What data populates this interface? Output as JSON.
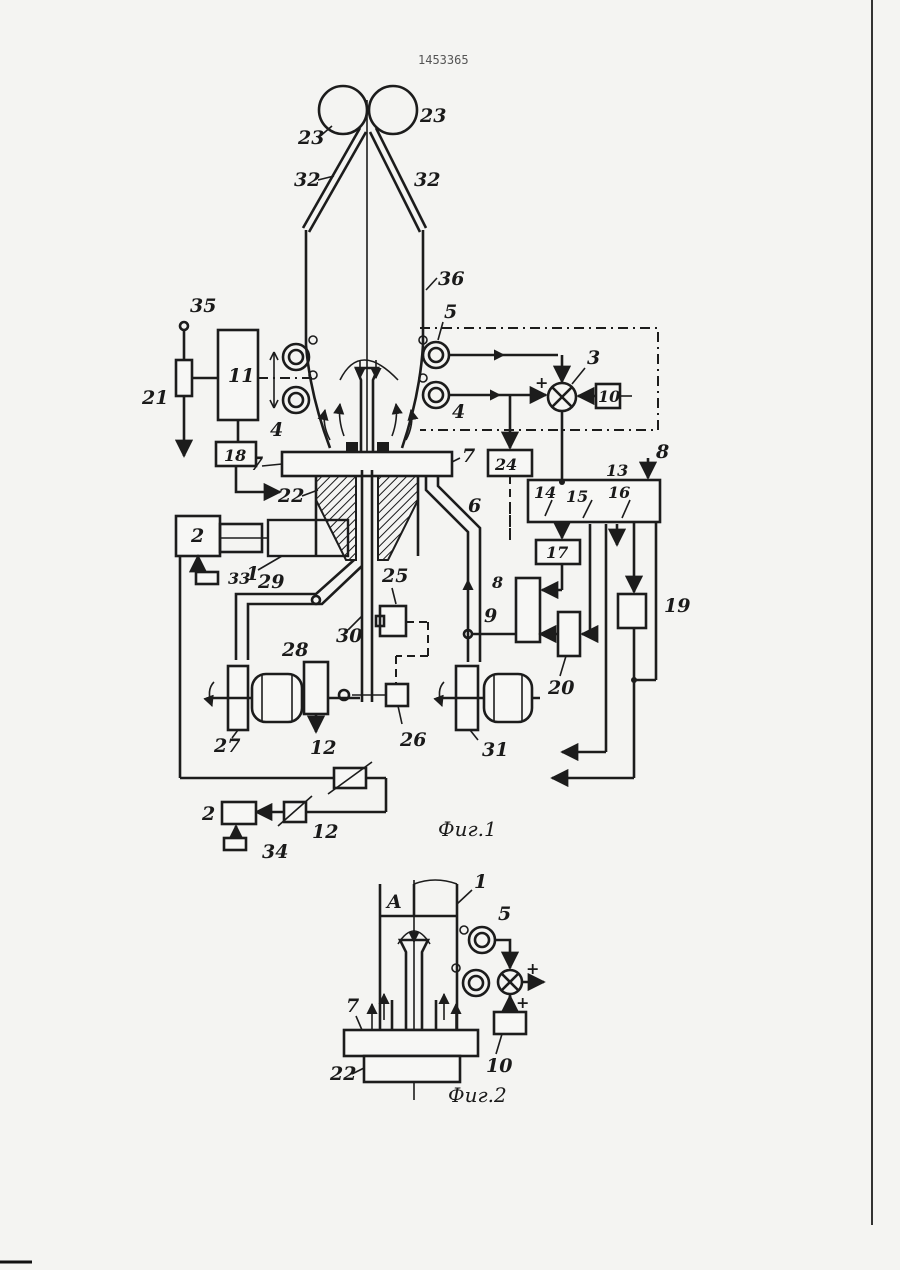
{
  "document": {
    "patent_number": "1453365",
    "figures": [
      {
        "caption": "Фиг.1"
      },
      {
        "caption": "Фиг.2"
      }
    ]
  },
  "labels": {
    "l1": "1",
    "l2": "2",
    "l3": "3",
    "l4": "4",
    "l5": "5",
    "l6": "6",
    "l7": "7",
    "l8": "8",
    "l9": "9",
    "l10": "10",
    "l11": "11",
    "l12": "12",
    "l13": "13",
    "l14": "14",
    "l15": "15",
    "l16": "16",
    "l17": "17",
    "l18": "18",
    "l19": "19",
    "l20": "20",
    "l21": "21",
    "l22": "22",
    "l23": "23",
    "l24": "24",
    "l25": "25",
    "l26": "26",
    "l27": "27",
    "l28": "28",
    "l29": "29",
    "l30": "30",
    "l31": "31",
    "l32": "32",
    "l33": "33",
    "l34": "34",
    "l35": "35",
    "l36": "36",
    "a": "A",
    "plus": "+"
  }
}
